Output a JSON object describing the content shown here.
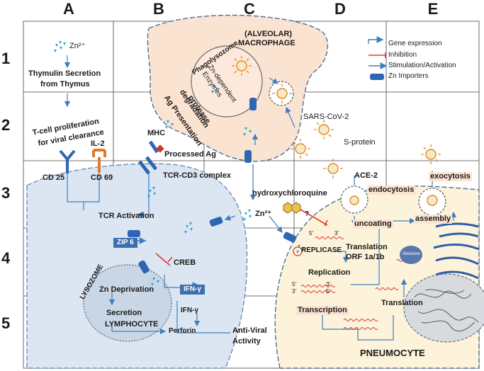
{
  "columns": [
    "A",
    "B",
    "C",
    "D",
    "E"
  ],
  "rows": [
    "1",
    "2",
    "3",
    "4",
    "5"
  ],
  "legend": {
    "gene_expression": "Gene expression",
    "inhibition": "Inhibition",
    "stimulation": "Stimulation/Activation",
    "zn_importers": "Zn Importers"
  },
  "labels": {
    "zn_top": "Zn²⁺",
    "thymulin_line1": "Thymulin Secretion",
    "thymulin_line2": "from Thymus",
    "tcell_line1": "T-cell proliferation",
    "tcell_line2": "for viral clearance",
    "il2": "IL-2",
    "cd25": "CD 25",
    "cd69": "CD 69",
    "mhc": "MHC",
    "processed_ag": "Processed Ag",
    "tcr_cd3": "TCR-CD3 complex",
    "tcr_activation": "TCR Activation",
    "zip6": "ZIP 6",
    "creb": "CREB",
    "lysozome": "LYSOZOME",
    "zn_deprivation": "Zn Deprivation",
    "ifn_box": "IFN-γ",
    "ifn_text": "IFN-γ",
    "secretion": "Secretion",
    "perforin": "Perforin",
    "antiviral_line1": "Anti-Viral",
    "antiviral_line2": "Activity",
    "lymphocyte": "LYMPHOCYTE",
    "macrophage_line1": "(ALVEOLAR)",
    "macrophage_line2": "MACROPHAGE",
    "phagolysozome": "Phagolysozome",
    "zn_dependent_line1": "Zn-dependent",
    "zn_dependent_line2": "Enzymes",
    "protease_line1": "protease",
    "protease_line2": "degradation",
    "ag_presentation": "Ag Presentation",
    "sarscov2": "SARS-CoV-2",
    "sprotein": "S-protein",
    "hydroxychloroquine": "hydroxychloroquine",
    "zn_mid": "Zn²⁺",
    "question": "?",
    "ace2": "ACE-2",
    "endocytosis": "endocytosis",
    "uncoating": "uncoating",
    "exocytosis": "exocytosis",
    "assembly": "assembly",
    "replicase": "REPLICASE",
    "translation_orf_line1": "Translation",
    "translation_orf_line2": "ORF 1a/1b",
    "replication": "Replication",
    "transcription": "Transcription",
    "translation": "Translation",
    "ribosome": "ribosome",
    "pneumocyte": "PNEUMOCYTE",
    "five_prime_a": "5'",
    "three_prime_a": "3'",
    "five_prime_b": "5'",
    "three_prime_b": "3'",
    "five_prime_c": "3'",
    "three_prime_c": "5'"
  },
  "colors": {
    "lymphocyte_fill": "#dbe6f2",
    "pneumocyte_fill": "#fdf3da",
    "macrophage_fill": "#fbe3d2",
    "arrow_blue": "#3d7fbf",
    "inhibit_red": "#e03b2f",
    "importer_blue": "#2f66b3",
    "virus_orange": "#e08a1e",
    "rna_red": "#d8322a"
  }
}
